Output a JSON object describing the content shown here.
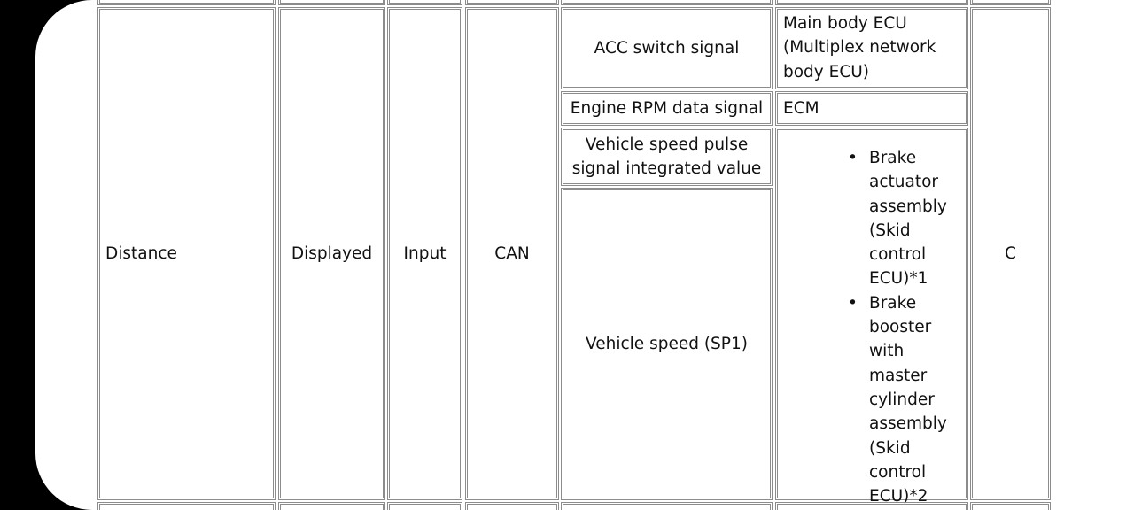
{
  "row": {
    "item": "Distance",
    "display": "Displayed",
    "io": "Input",
    "protocol": "CAN",
    "grade": "C"
  },
  "signals": [
    "ACC switch signal",
    "Engine RPM data signal",
    "Vehicle speed pulse signal integrated value",
    "Vehicle speed (SP1)"
  ],
  "sources": {
    "acc": "Main body ECU (Multiplex network body ECU)",
    "rpm": "ECM",
    "speed": [
      "Brake actuator assembly (Skid control ECU)*1",
      "Brake booster with master cylinder assembly (Skid control ECU)*2"
    ]
  }
}
